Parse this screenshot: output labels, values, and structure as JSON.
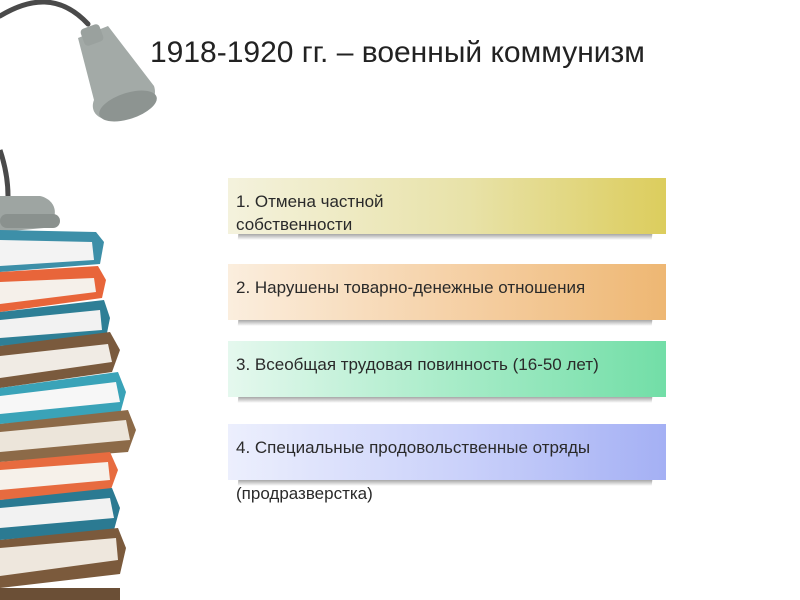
{
  "slide": {
    "title": "1918-1920 гг. – военный коммунизм"
  },
  "items": [
    {
      "text": "1. Отмена частной собственности"
    },
    {
      "text": "2. Нарушены товарно-денежные отношения"
    },
    {
      "text": "3. Всеобщая трудовая повинность (16-50 лет)"
    },
    {
      "text": "4. Специальные продовольственные отряды"
    }
  ],
  "item4_extra": "(продразверстка)",
  "colors": {
    "item1": "#dccd5d",
    "item2": "#eeb773",
    "item3": "#72dea7",
    "item4": "#a4b0f4",
    "lamp": "#a9b0ad"
  },
  "illustration": {
    "icons": [
      "desk-lamp-icon",
      "book-stack-icon"
    ]
  }
}
